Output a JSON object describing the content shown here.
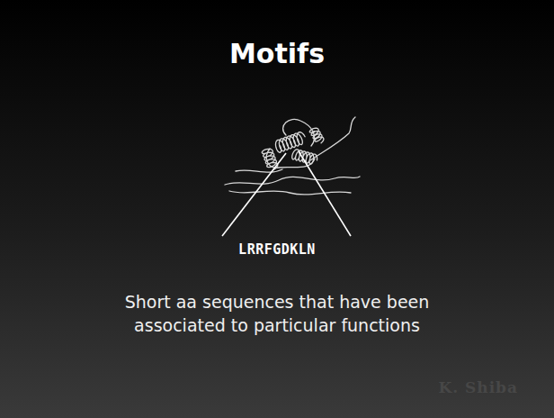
{
  "diagram": {
    "title": "Motifs",
    "labels": [
      "LRRFGDKLN",
      "Short aa sequences that have been associated to particular functions",
      "K. Shiba"
    ]
  }
}
